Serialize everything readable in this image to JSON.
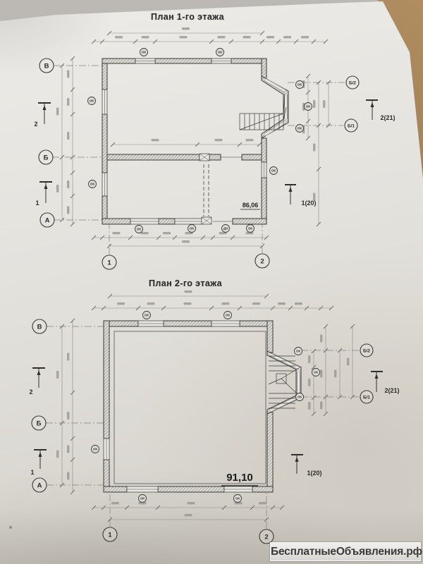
{
  "watermark": {
    "text": "БесплатныеОбъявления.рф"
  },
  "markers": {
    "window": "ОК",
    "door": "ДН"
  },
  "plan1": {
    "title": "План 1-го этажа",
    "area_m2": "86,06",
    "axes": {
      "rows": [
        "В",
        "Б",
        "А"
      ],
      "cols": [
        "1",
        "2"
      ],
      "right": [
        "Б/2",
        "Б/1"
      ]
    },
    "sections": {
      "left_top": "2",
      "left_bottom": "1",
      "right_top": "2(21)",
      "right_bottom": "1(20)"
    }
  },
  "plan2": {
    "title": "План 2-го этажа",
    "area_m2": "91,10",
    "axes": {
      "rows": [
        "В",
        "Б",
        "А"
      ],
      "cols": [
        "1",
        "2"
      ],
      "right": [
        "Б/2",
        "Б/1"
      ]
    },
    "sections": {
      "left_top": "2",
      "left_bottom": "1",
      "right_top": "2(21)",
      "right_bottom": "1(20)"
    }
  }
}
